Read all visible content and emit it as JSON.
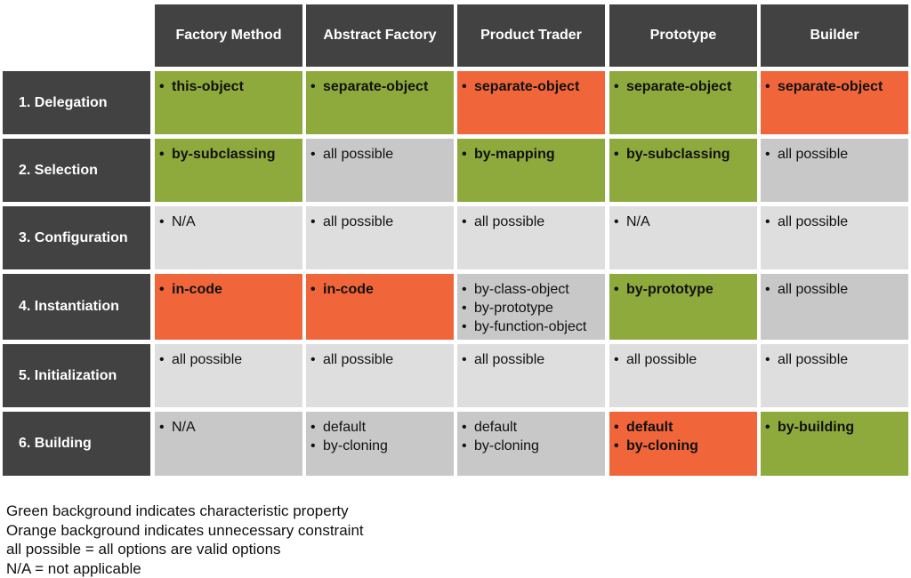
{
  "colors": {
    "header": "#424242",
    "green": "#8faa3c",
    "orange": "#f0663a",
    "gray_dark": "#c8c8c8",
    "gray_light": "#dedede"
  },
  "columns": [
    "Factory Method",
    "Abstract Factory",
    "Product Trader",
    "Prototype",
    "Builder"
  ],
  "rows": [
    {
      "label": "1. Delegation",
      "cells": [
        {
          "color": "green",
          "items": [
            "this-object"
          ]
        },
        {
          "color": "green",
          "items": [
            "separate-object"
          ]
        },
        {
          "color": "orange",
          "items": [
            "separate-object"
          ]
        },
        {
          "color": "green",
          "items": [
            "separate-object"
          ]
        },
        {
          "color": "orange",
          "items": [
            "separate-object"
          ]
        }
      ]
    },
    {
      "label": "2. Selection",
      "cells": [
        {
          "color": "green",
          "items": [
            "by-subclassing"
          ]
        },
        {
          "color": "gray_dark",
          "items": [
            "all possible"
          ]
        },
        {
          "color": "green",
          "items": [
            "by-mapping"
          ]
        },
        {
          "color": "green",
          "items": [
            "by-subclassing"
          ]
        },
        {
          "color": "gray_dark",
          "items": [
            "all possible"
          ]
        }
      ]
    },
    {
      "label": "3. Configuration",
      "cells": [
        {
          "color": "gray_light",
          "items": [
            "N/A"
          ]
        },
        {
          "color": "gray_light",
          "items": [
            "all possible"
          ]
        },
        {
          "color": "gray_light",
          "items": [
            "all possible"
          ]
        },
        {
          "color": "gray_light",
          "items": [
            "N/A"
          ]
        },
        {
          "color": "gray_light",
          "items": [
            "all possible"
          ]
        }
      ]
    },
    {
      "label": "4. Instantiation",
      "cells": [
        {
          "color": "orange",
          "items": [
            "in-code"
          ]
        },
        {
          "color": "orange",
          "items": [
            "in-code"
          ]
        },
        {
          "color": "gray_dark",
          "items": [
            "by-class-object",
            "by-prototype",
            "by-function-object"
          ]
        },
        {
          "color": "green",
          "items": [
            "by-prototype"
          ]
        },
        {
          "color": "gray_dark",
          "items": [
            "all possible"
          ]
        }
      ]
    },
    {
      "label": "5. Initialization",
      "cells": [
        {
          "color": "gray_light",
          "items": [
            "all possible"
          ]
        },
        {
          "color": "gray_light",
          "items": [
            "all possible"
          ]
        },
        {
          "color": "gray_light",
          "items": [
            "all possible"
          ]
        },
        {
          "color": "gray_light",
          "items": [
            "all possible"
          ]
        },
        {
          "color": "gray_light",
          "items": [
            "all possible"
          ]
        }
      ]
    },
    {
      "label": "6. Building",
      "cells": [
        {
          "color": "gray_dark",
          "items": [
            "N/A"
          ]
        },
        {
          "color": "gray_dark",
          "items": [
            "default",
            "by-cloning"
          ]
        },
        {
          "color": "gray_dark",
          "items": [
            "default",
            "by-cloning"
          ]
        },
        {
          "color": "orange",
          "items": [
            "default",
            "by-cloning"
          ]
        },
        {
          "color": "green",
          "items": [
            "by-building"
          ]
        }
      ]
    }
  ],
  "legend": [
    "Green background indicates characteristic property",
    "Orange background indicates unnecessary constraint",
    "all possible = all options are valid options",
    "N/A = not applicable"
  ]
}
